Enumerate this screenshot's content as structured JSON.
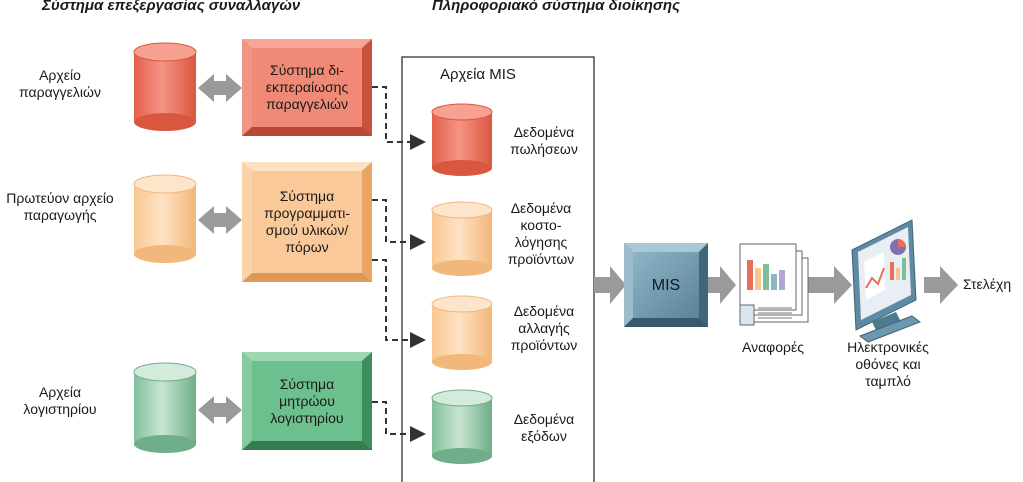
{
  "headers": {
    "tps": "Σύστημα επεξεργασίας συναλλαγών",
    "mis": "Πληροφοριακό σύστημα διοίκησης"
  },
  "tps_files": [
    {
      "label": "Αρχείο παραγγελιών",
      "color": "#e8705a"
    },
    {
      "label": "Πρωτεύον αρχείο παραγωγής",
      "color": "#f6c690"
    },
    {
      "label": "Αρχεία λογιστηρίου",
      "color": "#7fbe98"
    }
  ],
  "tps_systems": [
    {
      "label": "Σύστημα δι-εκπεραίωσης παραγγελιών",
      "color": "#f08a76"
    },
    {
      "label": "Σύστημα προγραμματι-σμού υλικών/πόρων",
      "color": "#fac99a"
    },
    {
      "label": "Σύστημα μητρώου λογιστηρίου",
      "color": "#6cc08d"
    }
  ],
  "mis_files": {
    "title": "Αρχεία MIS",
    "items": [
      {
        "label": "Δεδομένα πωλήσεων"
      },
      {
        "label": "Δεδομένα κοστο-λόγησης προϊόντων"
      },
      {
        "label": "Δεδομένα αλλαγής προϊόντων"
      },
      {
        "label": "Δεδομένα εξόδων"
      }
    ]
  },
  "mis_box": "MIS",
  "reports": "Αναφορές",
  "screens": "Ηλεκτρονικές οθόνες και ταμπλό",
  "executives": "Στελέχη"
}
